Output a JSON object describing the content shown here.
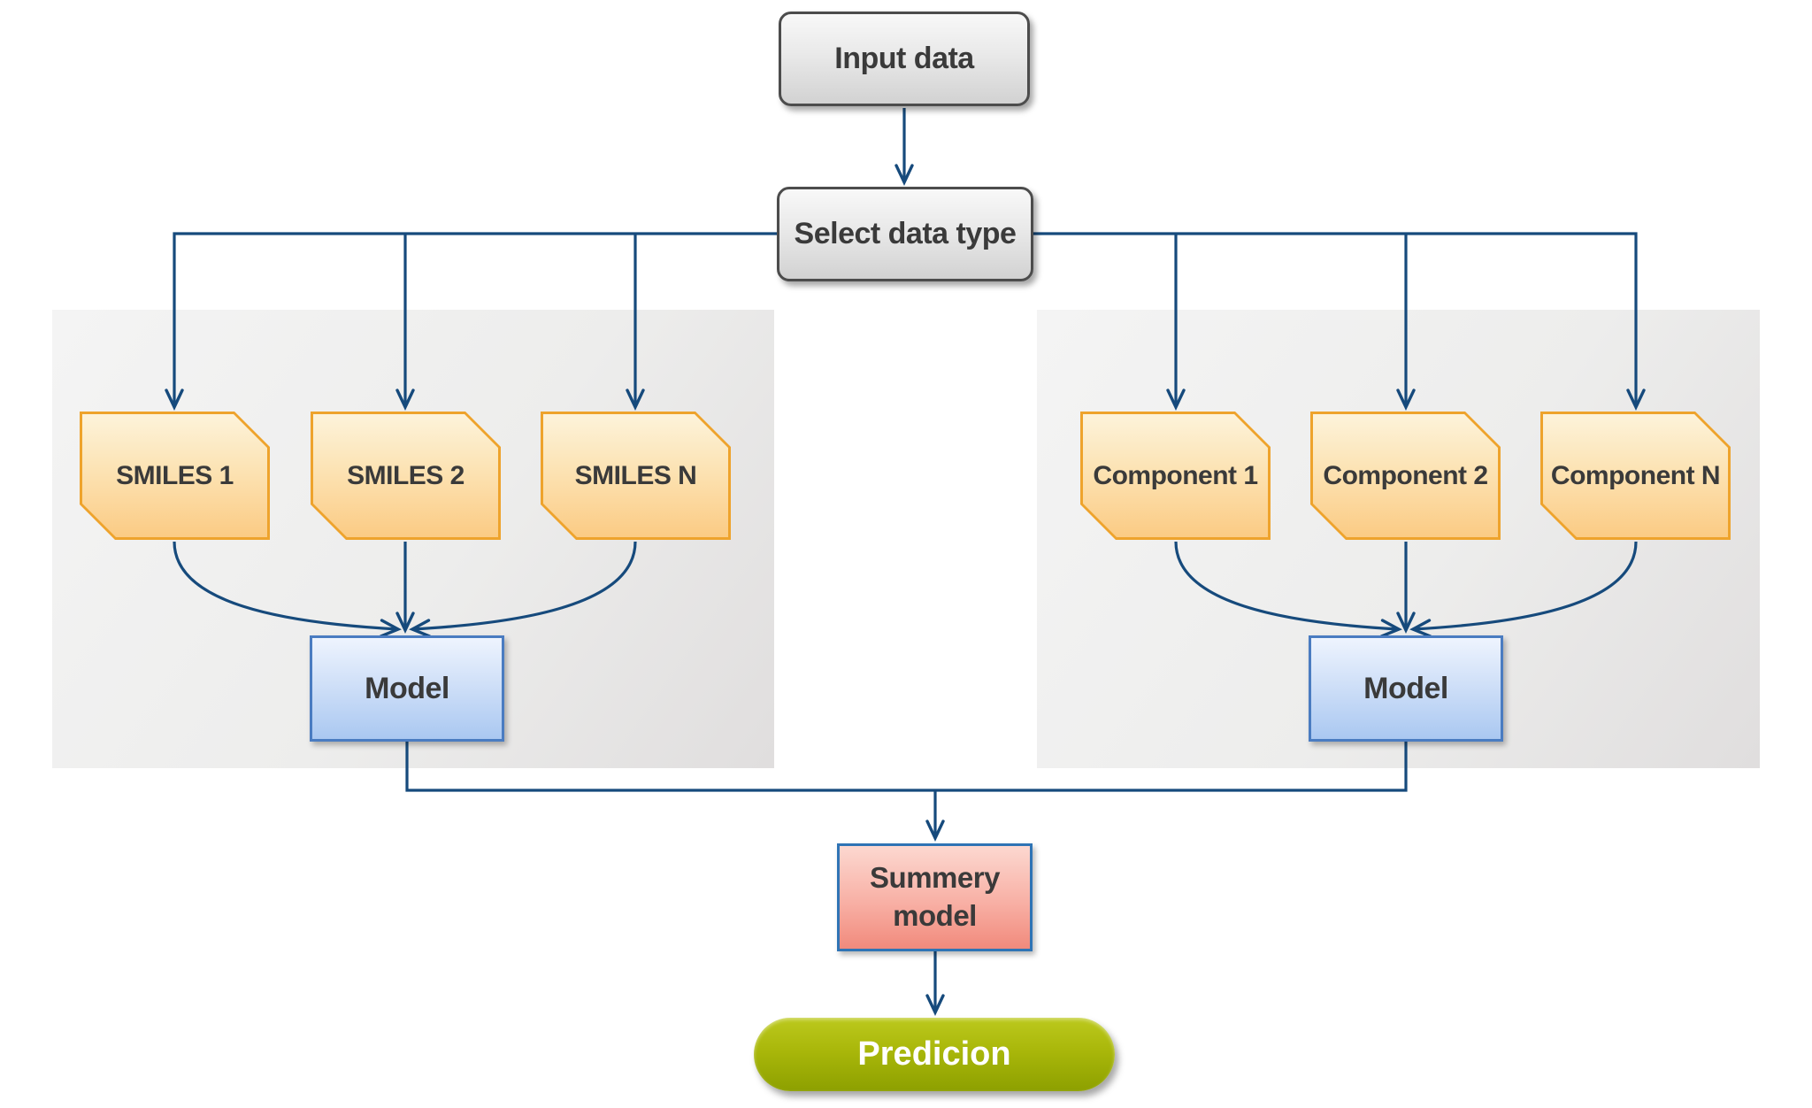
{
  "diagram": {
    "title_implicit": "Model prediction flowchart",
    "nodes": {
      "input": "Input data",
      "select": "Select data type",
      "smiles": [
        "SMILES 1",
        "SMILES 2",
        "SMILES N"
      ],
      "components": [
        "Component 1",
        "Component 2",
        "Component N"
      ],
      "model_left": "Model",
      "model_right": "Model",
      "summary": "Summery model",
      "prediction": "Predicion"
    },
    "edges": [
      {
        "from": "Input data",
        "to": "Select data type"
      },
      {
        "from": "Select data type",
        "to": "SMILES 1"
      },
      {
        "from": "Select data type",
        "to": "SMILES 2"
      },
      {
        "from": "Select data type",
        "to": "SMILES N"
      },
      {
        "from": "Select data type",
        "to": "Component 1"
      },
      {
        "from": "Select data type",
        "to": "Component 2"
      },
      {
        "from": "Select data type",
        "to": "Component N"
      },
      {
        "from": "SMILES 1",
        "to": "Model (left)"
      },
      {
        "from": "SMILES 2",
        "to": "Model (left)"
      },
      {
        "from": "SMILES N",
        "to": "Model (left)"
      },
      {
        "from": "Component 1",
        "to": "Model (right)"
      },
      {
        "from": "Component 2",
        "to": "Model (right)"
      },
      {
        "from": "Component N",
        "to": "Model (right)"
      },
      {
        "from": "Model (left)",
        "to": "Summery model"
      },
      {
        "from": "Model (right)",
        "to": "Summery model"
      },
      {
        "from": "Summery model",
        "to": "Predicion"
      }
    ],
    "colors": {
      "connector": "#164a7c",
      "grey_box_border": "#4c4c4c",
      "grey_box_fill_top": "#f8f8f8",
      "grey_box_fill_bottom": "#d2d2d2",
      "card_border": "#eea32c",
      "card_fill_top": "#fdf3da",
      "card_fill_bottom": "#fbcb84",
      "model_border": "#4a7cc1",
      "model_fill_top": "#eef4fe",
      "model_fill_bottom": "#aac8f1",
      "summary_border": "#2f74b5",
      "summary_fill_top": "#fcd8d0",
      "summary_fill_bottom": "#f18a7c",
      "prediction_fill": "#a9b70a",
      "prediction_text": "#ffffff",
      "panel_fill": "#efefee",
      "text": "#3a3a3a"
    }
  }
}
